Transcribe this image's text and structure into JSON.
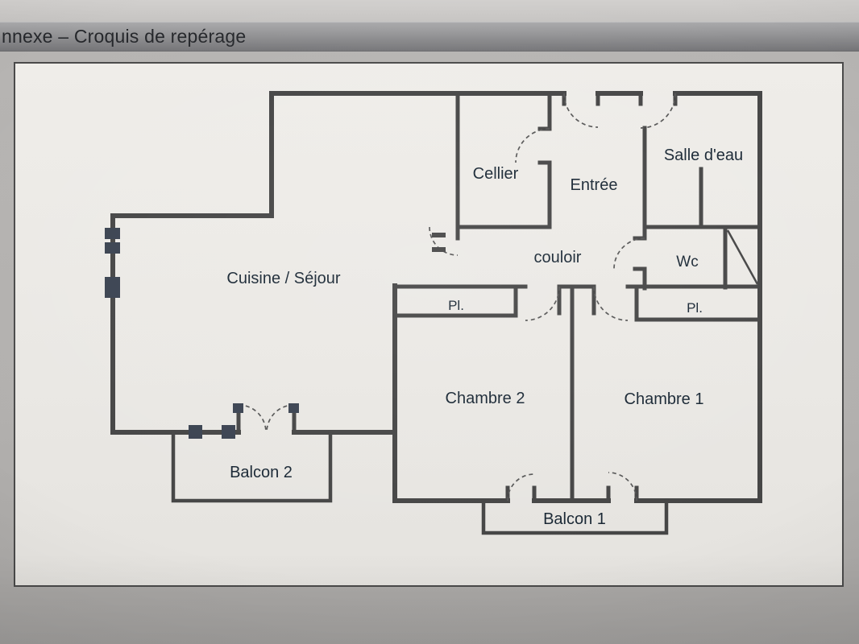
{
  "header": {
    "title": "nnexe – Croquis de repérage"
  },
  "plan": {
    "rooms": {
      "cellier": {
        "label": "Cellier"
      },
      "entree": {
        "label": "Entrée"
      },
      "salle_deau": {
        "label": "Salle d'eau"
      },
      "couloir": {
        "label": "couloir"
      },
      "wc": {
        "label": "Wc"
      },
      "cuisine_sejour": {
        "label": "Cuisine / Séjour"
      },
      "placard_chambre2": {
        "label": "Pl."
      },
      "placard_chambre1": {
        "label": "Pl."
      },
      "chambre2": {
        "label": "Chambre 2"
      },
      "chambre1": {
        "label": "Chambre 1"
      },
      "balcon2": {
        "label": "Balcon 2"
      },
      "balcon1": {
        "label": "Balcon 1"
      }
    },
    "colors": {
      "wall": "#454545",
      "arc": "#565656",
      "window": "#3a4250",
      "label": "#182633",
      "sheet": "#eceae6",
      "header_text": "#25272b"
    }
  }
}
